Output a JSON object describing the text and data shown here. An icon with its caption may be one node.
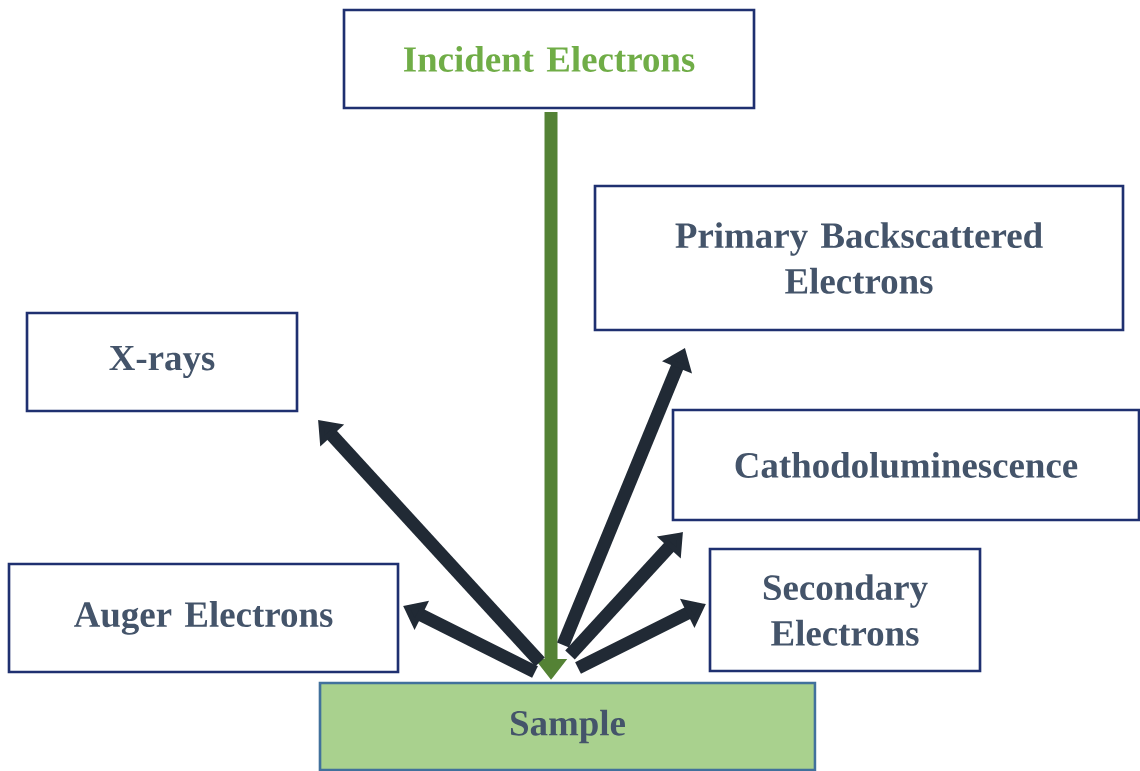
{
  "diagram": {
    "nodes": [
      {
        "text": [
          "Incident Electrons"
        ]
      },
      {
        "text": [
          "Primary Backscattered Electrons"
        ]
      },
      {
        "text": [
          "X-rays"
        ]
      },
      {
        "text": [
          "Cathodoluminescence"
        ]
      },
      {
        "text": [
          "Auger Electrons"
        ]
      },
      {
        "text": [
          "Secondary Electrons"
        ]
      },
      {
        "text": [
          "Sample"
        ]
      }
    ],
    "edges": [
      {
        "from": 0,
        "to": 6,
        "arrow": "to",
        "color": "#548235"
      },
      {
        "from": 6,
        "to": 4,
        "arrow": "to"
      },
      {
        "from": 6,
        "to": 2,
        "arrow": "to"
      },
      {
        "from": 6,
        "to": 1,
        "arrow": "to"
      },
      {
        "from": 6,
        "to": 3,
        "arrow": "to"
      },
      {
        "from": 6,
        "to": 5,
        "arrow": "to"
      }
    ]
  }
}
